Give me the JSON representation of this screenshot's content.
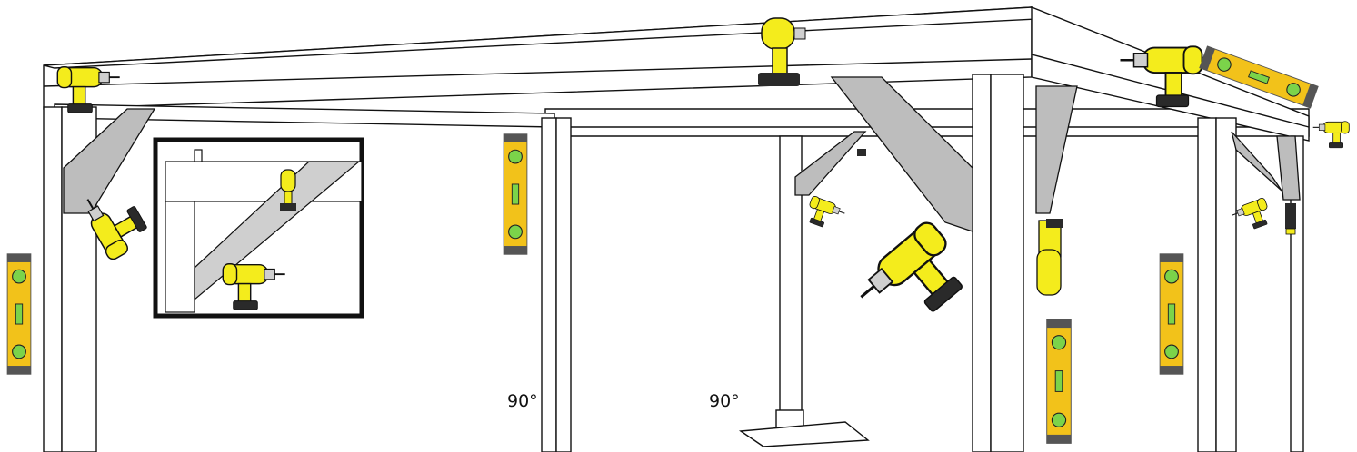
{
  "figure": {
    "angle_labels": [
      {
        "id": "angle-left",
        "text": "90°"
      },
      {
        "id": "angle-right",
        "text": "90°"
      }
    ],
    "inset": {
      "description_shown": false
    },
    "colors": {
      "tool_yellow": "#f4ec1c",
      "tool_dark": "#2a2a2a",
      "level_yellow": "#f2c21a",
      "level_vial": "#7bd34a",
      "brace_gray": "#bdbdbd",
      "line": "#111111"
    },
    "icons": [
      "drill-icon",
      "level-icon",
      "corner-brace",
      "post-base-plate"
    ]
  }
}
